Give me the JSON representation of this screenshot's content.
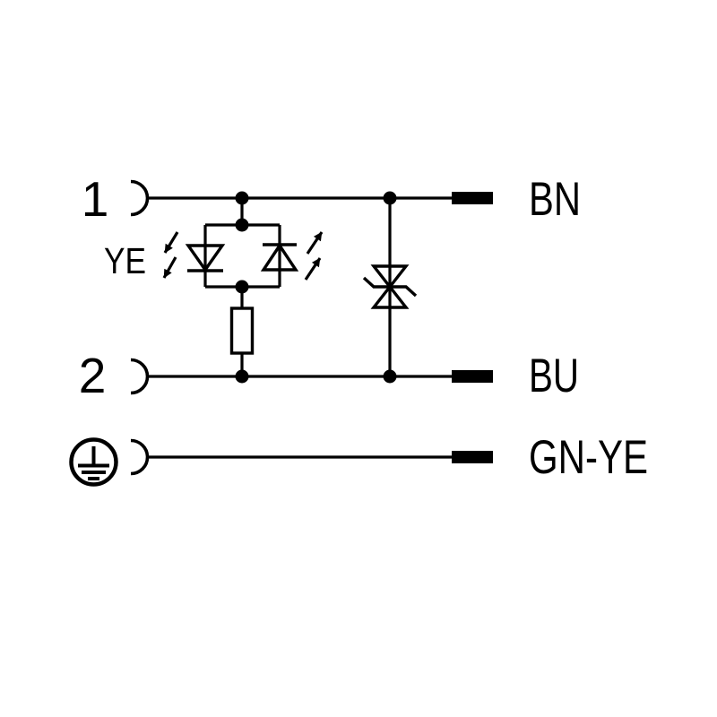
{
  "page": {
    "background_color": "#ffffff",
    "ink_color": "#000000"
  },
  "rows": [
    {
      "pin_label": "1",
      "wire_label": "BN"
    },
    {
      "pin_label": "2",
      "wire_label": "BU"
    },
    {
      "wire_label": "GN-YE"
    }
  ],
  "led": {
    "label": "YE"
  },
  "symbols": {
    "pe_icon": "protective-earth",
    "contact_icon": "female-contact-arc",
    "led_icon": "antiparallel-led-pair",
    "resistor_icon": "resistor",
    "suppressor_icon": "bidirectional-suppressor-diode",
    "ferrule_icon": "wire-end",
    "junction_icon": "junction-dot"
  }
}
